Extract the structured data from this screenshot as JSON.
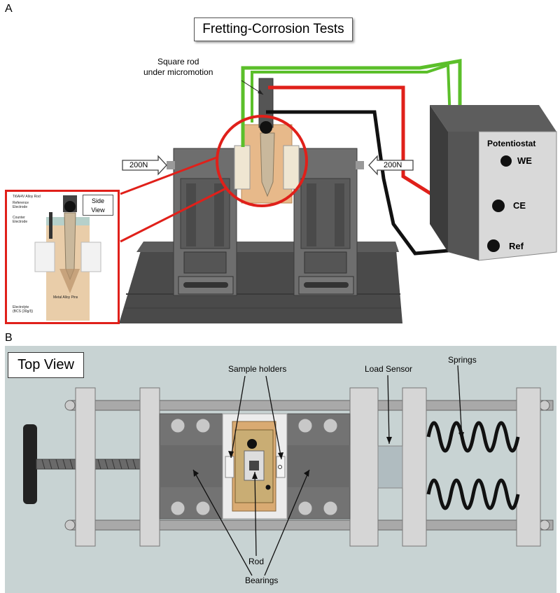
{
  "panel_a": {
    "letter": "A",
    "title": "Fretting-Corrosion Tests",
    "rod_label_line1": "Square rod",
    "rod_label_line2": "under micromotion",
    "force_left": "200N",
    "force_right": "200N",
    "potentiostat": "Potentiostat",
    "we": "WE",
    "ce": "CE",
    "ref": "Ref",
    "inset": {
      "side_view_line1": "Side",
      "side_view_line2": "View",
      "alloy_rod": "Ti6Al4V Alloy Rod",
      "reference_line1": "Reference",
      "reference_line2": "Electrode",
      "counter_line1": "Counter",
      "counter_line2": "Electrode",
      "metal_pins": "Metal Alloy Pins",
      "electrolyte_line1": "Electrolyte",
      "electrolyte_line2": "(BCS (30g/l))"
    },
    "colors": {
      "we_wire": "#5bbf2a",
      "ce_wire": "#e0201a",
      "ref_wire": "#111111",
      "highlight": "#e0201a"
    }
  },
  "panel_b": {
    "letter": "B",
    "top_view": "Top View",
    "sample_holders": "Sample holders",
    "load_sensor": "Load Sensor",
    "springs": "Springs",
    "rod": "Rod",
    "bearings": "Bearings"
  }
}
